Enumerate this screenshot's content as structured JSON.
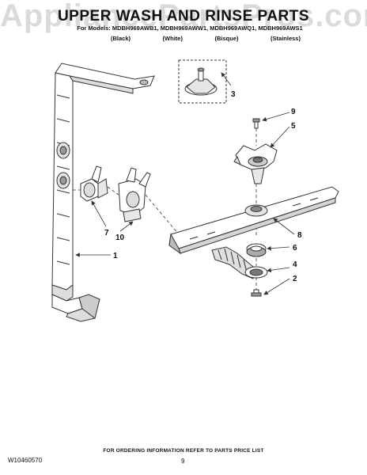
{
  "watermark": "AppliancePartsPros.com",
  "title": "UPPER WASH AND RINSE PARTS",
  "models": "For Models: MDBH969AWB1, MDBH969AWW1, MDBH969AWQ1, MDBH969AWS1",
  "finishes": [
    "(Black)",
    "(White)",
    "(Bisque)",
    "(Stainless)"
  ],
  "callouts": {
    "c1": "1",
    "c2": "2",
    "c3": "3",
    "c4": "4",
    "c5": "5",
    "c6": "6",
    "c7": "7",
    "c8": "8",
    "c9": "9",
    "c10": "10"
  },
  "footer": {
    "ordering_info": "FOR ORDERING INFORMATION REFER TO PARTS PRICE LIST",
    "doc_number": "W10460570",
    "page_number": "9"
  },
  "colors": {
    "line": "#333333",
    "fill": "#ffffff",
    "shade": "#d8d8d8",
    "dark": "#555555"
  }
}
